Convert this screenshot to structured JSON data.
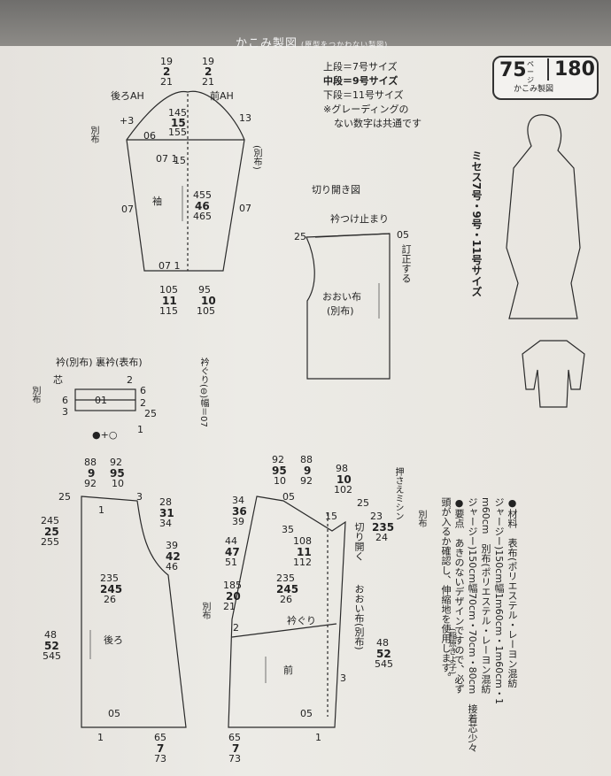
{
  "header": {
    "title": "かこみ製図",
    "subtitle": "(原型をつかわない製図)"
  },
  "legend": {
    "upper": "上段＝7号サイズ",
    "middle": "中段＝9号サイズ",
    "lower": "下段＝11号サイズ",
    "note1": "※グレーディングの",
    "note2": "ない数字は共通です"
  },
  "badge": {
    "page": "75",
    "unit": "ページ",
    "number": "180",
    "caption": "かこみ製図"
  },
  "side": {
    "sizes_label": "ミセス7号・9号・11号サイズ"
  },
  "common": {
    "separate_fabric": "別布",
    "separate_fabric_paren": "(別布)"
  },
  "sleeve": {
    "back_upper": "19",
    "back_middle": "2",
    "back_lower": "21",
    "front_upper": "19",
    "front_middle": "2",
    "front_lower": "21",
    "back_ah": "後ろAH",
    "front_ah": "前AH",
    "cap_upper": "145",
    "cap_middle": "15",
    "cap_lower": "155",
    "front_13": "13",
    "cap_06": "06",
    "plus3": "+3",
    "d071": "07 1",
    "d15": "15",
    "label": "袖",
    "len_upper": "455",
    "len_middle": "46",
    "len_lower": "465",
    "d07": "07",
    "hem_back_upper": "105",
    "hem_back_middle": "11",
    "hem_back_lower": "115",
    "hem_front_upper": "95",
    "hem_front_middle": "10",
    "hem_front_lower": "105"
  },
  "cutopen": {
    "title": "切り開き図",
    "collar_stop": "衿つけ止まり",
    "d25": "25",
    "d05": "05",
    "correct": "訂正する",
    "flap": "おおい布",
    "flap_fabric": "(別布)"
  },
  "collar": {
    "title": "衿(別布) 裏衿(表布)",
    "core": "芯",
    "d2": "2",
    "d6": "6",
    "d25": "25",
    "d3": "3",
    "d01": "01",
    "width": "●+○",
    "d1": "1",
    "bias": "衿ぐり(⊖)幅＝07"
  },
  "back": {
    "neck_upper": "88",
    "neck_middle": "9",
    "neck_lower": "92",
    "sh_upper": "92",
    "sh_middle": "95",
    "sh_lower": "10",
    "d25": "25",
    "d1": "1",
    "d3": "3",
    "ah_upper": "28",
    "ah_middle": "31",
    "ah_lower": "34",
    "yoke_upper": "245",
    "yoke_middle": "25",
    "yoke_lower": "255",
    "side_upper": "39",
    "side_middle": "42",
    "side_lower": "46",
    "bust_upper": "235",
    "bust_middle": "245",
    "bust_lower": "26",
    "len_upper": "48",
    "len_middle": "52",
    "len_lower": "545",
    "label": "後ろ",
    "d05": "05",
    "hem_upper": "65",
    "hem_middle": "7",
    "hem_lower": "73"
  },
  "front": {
    "neck_upper": "92",
    "neck_middle": "95",
    "neck_lower": "10",
    "sh_upper": "88",
    "sh_middle": "9",
    "sh_lower": "92",
    "d98": "98",
    "d10": "10",
    "d102": "102",
    "d05": "05",
    "d25": "25",
    "ah_upper": "34",
    "ah_middle": "36",
    "ah_lower": "39",
    "d15": "15",
    "d35": "35",
    "side_upper": "44",
    "side_middle": "47",
    "side_lower": "51",
    "cut_upper": "108",
    "cut_middle": "11",
    "cut_lower": "112",
    "cut_open": "切り開く",
    "bust_upper": "235",
    "bust_middle": "245",
    "bust_lower": "26",
    "yoke_upper": "185",
    "yoke_middle": "20",
    "yoke_lower": "21",
    "d2": "2",
    "bias": "衿ぐり",
    "flap": "おおい布(別布)",
    "label": "前",
    "d3": "3",
    "len_upper": "48",
    "len_middle": "52",
    "len_lower": "545",
    "d1": "1",
    "hem_upper": "65",
    "hem_middle": "7",
    "hem_lower": "73",
    "d23": "23",
    "d235": "235",
    "d24": "24",
    "press": "押さえミシン"
  },
  "notes": {
    "materials_1": "●材料　表布(ポリエステル・レーヨン混紡",
    "materials_2": "ジャージー)150cm幅1m60cm・1m60cm・1",
    "materials_3": "m60cm　別布(ポリエステル・レーヨン混紡",
    "materials_4": "ジャージー)150cm幅70cm・70cm・80cm　接着芯少々",
    "points_1": "●要点　あきのないデザインですので、必ず",
    "points_2": "頭が入るか確認し、伸縮地を使用します。",
    "credit": "(稲原きよ子)"
  }
}
